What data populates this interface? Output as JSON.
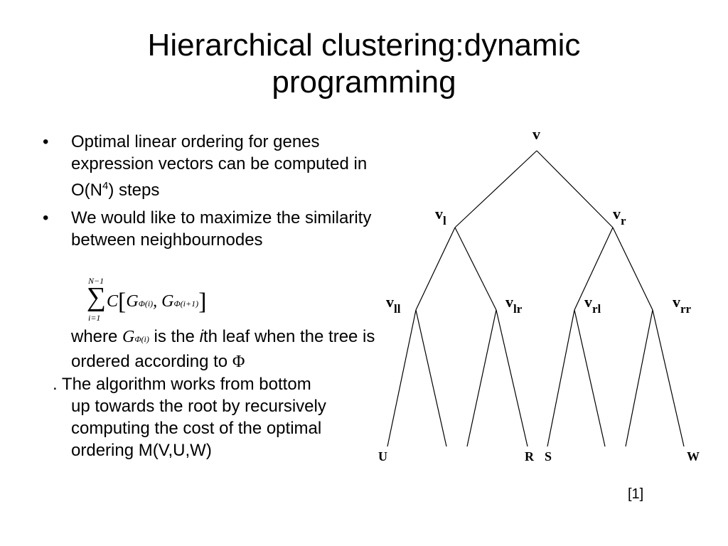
{
  "title": "Hierarchical clustering:dynamic programming",
  "bullets": [
    {
      "marker": "•",
      "text": "Optimal linear ordering for genes expression vectors can be computed in O(N",
      "sup": "4",
      "after": ") steps"
    },
    {
      "marker": "•",
      "text": "We would like to maximize the similarity between neighbournodes"
    }
  ],
  "formula": {
    "sum_upper": "N−1",
    "sum_lower": "i=1",
    "sigma": "∑",
    "c": "C",
    "g": "G",
    "sub_i": "Φ(i)",
    "sub_i1": "Φ(i+1)"
  },
  "where": {
    "lead": "where ",
    "g": "G",
    "sub": "Φ(i)",
    "mid": " is the ",
    "i": "i",
    "tail": "th leaf when the tree is ordered according to ",
    "phi": "Φ"
  },
  "algorithm": {
    "first": ". The algorithm works from bottom",
    "rest": "up towards the root by recursively computing the cost of the optimal ordering M(V,U,W)"
  },
  "tree": {
    "root": "v",
    "vl": {
      "base": "v",
      "sub": "l"
    },
    "vr": {
      "base": "v",
      "sub": "r"
    },
    "vll": {
      "base": "v",
      "sub": "ll"
    },
    "vlr": {
      "base": "v",
      "sub": "lr"
    },
    "vrl": {
      "base": "v",
      "sub": "rl"
    },
    "vrr": {
      "base": "v",
      "sub": "rr"
    },
    "leaves": [
      "U",
      "R",
      "S",
      "W"
    ]
  },
  "reference": "[1]"
}
